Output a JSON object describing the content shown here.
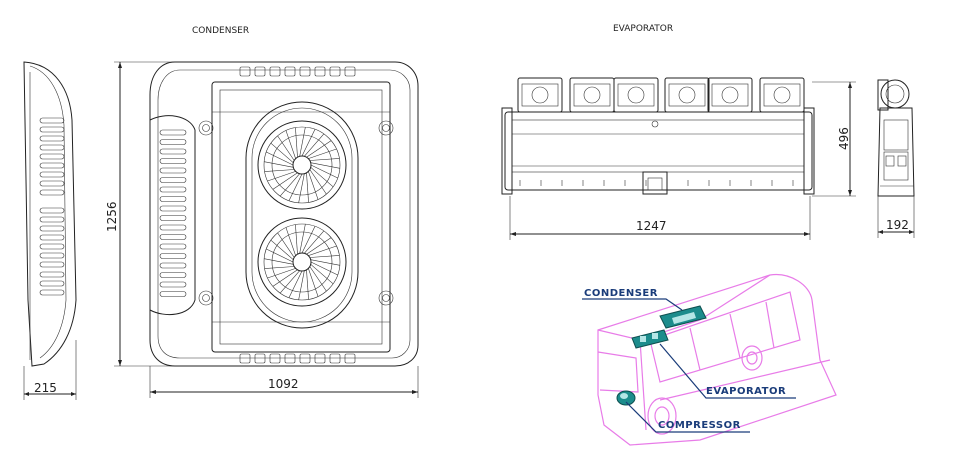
{
  "titles": {
    "condenser": "CONDENSER",
    "evaporator": "EVAPORATOR"
  },
  "dimensions": {
    "condenser_side_depth": "215",
    "condenser_height": "1256",
    "condenser_width": "1092",
    "evaporator_height": "496",
    "evaporator_width": "1247",
    "evaporator_depth": "192"
  },
  "bus_labels": {
    "condenser": "CONDENSER",
    "evaporator": "EVAPORATOR",
    "compressor": "COMPRESSOR"
  },
  "colors": {
    "line": "#222222",
    "bus": "#e87ce8",
    "unit": "#1c8c8c",
    "label": "#1a3c7a"
  }
}
